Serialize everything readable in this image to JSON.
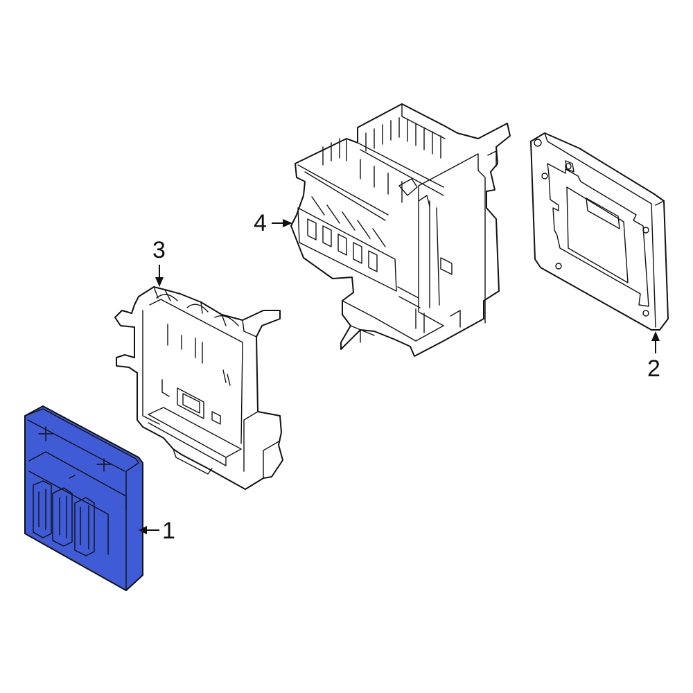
{
  "callouts": [
    {
      "id": "1",
      "label": "1"
    },
    {
      "id": "2",
      "label": "2"
    },
    {
      "id": "3",
      "label": "3"
    },
    {
      "id": "4",
      "label": "4"
    }
  ],
  "colors": {
    "highlight": "#3f5bd6",
    "line": "#111111",
    "background": "#ffffff"
  }
}
